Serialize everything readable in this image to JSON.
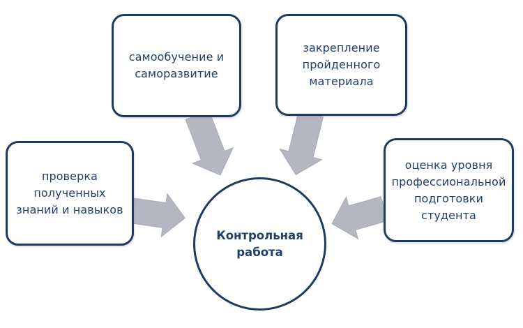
{
  "diagram": {
    "center": {
      "id": "control-work",
      "label": "Контрольная работа"
    },
    "nodes": [
      {
        "id": "self-learning",
        "position": "top-left",
        "label": "самообучение и саморазвитие"
      },
      {
        "id": "consolidation",
        "position": "top-right",
        "label": "закрепление пройденного материала"
      },
      {
        "id": "knowledge-check",
        "position": "left",
        "label": "проверка полученных знаний и навыков"
      },
      {
        "id": "assessment",
        "position": "right",
        "label": "оценка уровня профессиональной подготовки студента"
      }
    ],
    "colors": {
      "border": "#1f3a60",
      "text": "#20406a",
      "arrow": "#b4b7c1",
      "arrow_edge": "#a6a9b5",
      "background": "#ffffff"
    }
  }
}
